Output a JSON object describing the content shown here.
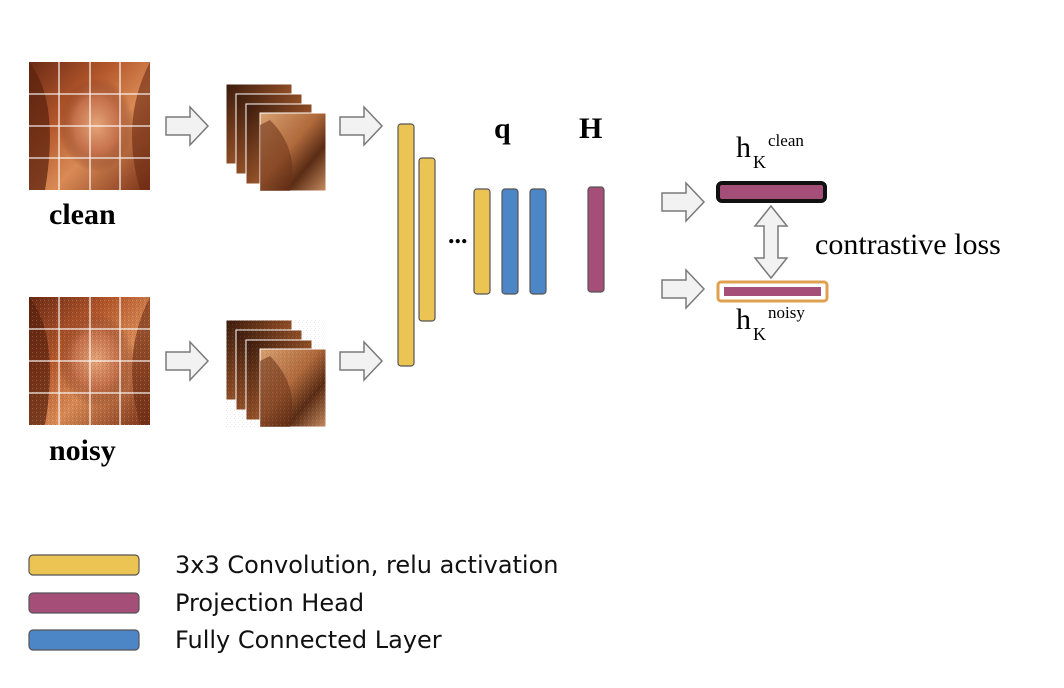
{
  "labels": {
    "clean": "clean",
    "noisy": "noisy",
    "q": "q",
    "H": "H",
    "ellipsis": "...",
    "h_main": "h",
    "subscript": "K",
    "sup_clean": "clean",
    "sup_noisy": "noisy",
    "contrastive_loss": "contrastive loss"
  },
  "legend": [
    {
      "label": "3x3 Convolution, relu activation",
      "color": "#ECC453"
    },
    {
      "label": "Projection Head",
      "color": "#A44E78"
    },
    {
      "label": "Fully Connected Layer",
      "color": "#4D86C6"
    }
  ],
  "colors": {
    "conv": "#ECC453",
    "proj": "#A44E78",
    "fc": "#4D86C6",
    "clean_border": "#111111",
    "noisy_border": "#E0A050",
    "arrow_fill": "#F2F2F2",
    "arrow_stroke": "#7A7A7A"
  }
}
